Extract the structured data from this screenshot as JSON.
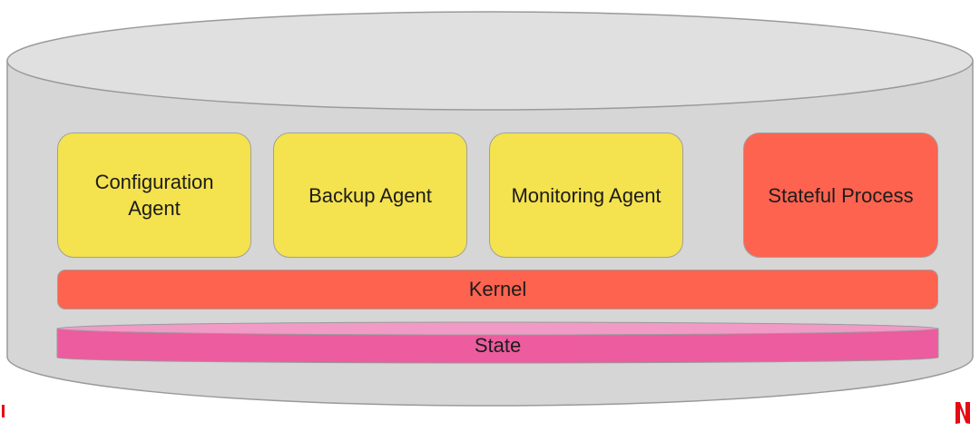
{
  "diagram": {
    "components": [
      {
        "id": "configuration-agent",
        "label": "Configuration Agent",
        "kind": "agent"
      },
      {
        "id": "backup-agent",
        "label": "Backup Agent",
        "kind": "agent"
      },
      {
        "id": "monitoring-agent",
        "label": "Monitoring Agent",
        "kind": "agent"
      },
      {
        "id": "stateful-process",
        "label": "Stateful Process",
        "kind": "process"
      }
    ],
    "kernel_label": "Kernel",
    "state_label": "State"
  },
  "colors": {
    "cylinder_fill": "#d6d6d6",
    "cylinder_top": "#e0e0e0",
    "agent": "#f4e24f",
    "process": "#fe634f",
    "kernel": "#fe634f",
    "state": "#ec5c9f",
    "state_top": "#f19ac6",
    "brand": "#e50914"
  },
  "brand": {
    "logo_icon": "netflix-n-icon"
  }
}
